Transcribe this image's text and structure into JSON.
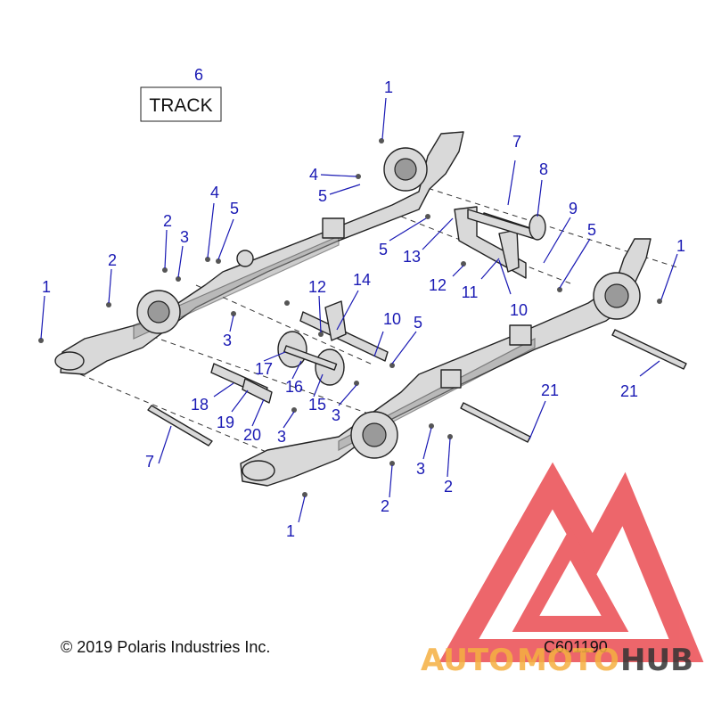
{
  "diagram": {
    "track_label": "TRACK",
    "track_callout": "6",
    "copyright": "© 2019 Polaris Industries Inc.",
    "figure_code": "C601190",
    "callouts": [
      {
        "id": "c1a",
        "text": "1"
      },
      {
        "id": "c1b",
        "text": "1"
      },
      {
        "id": "c1c",
        "text": "1"
      },
      {
        "id": "c1d",
        "text": "1"
      },
      {
        "id": "c2a",
        "text": "2"
      },
      {
        "id": "c2b",
        "text": "2"
      },
      {
        "id": "c2c",
        "text": "2"
      },
      {
        "id": "c2d",
        "text": "2"
      },
      {
        "id": "c3a",
        "text": "3"
      },
      {
        "id": "c3b",
        "text": "3"
      },
      {
        "id": "c3c",
        "text": "3"
      },
      {
        "id": "c3d",
        "text": "3"
      },
      {
        "id": "c3e",
        "text": "3"
      },
      {
        "id": "c4a",
        "text": "4"
      },
      {
        "id": "c4b",
        "text": "4"
      },
      {
        "id": "c5a",
        "text": "5"
      },
      {
        "id": "c5b",
        "text": "5"
      },
      {
        "id": "c5c",
        "text": "5"
      },
      {
        "id": "c5d",
        "text": "5"
      },
      {
        "id": "c5e",
        "text": "5"
      },
      {
        "id": "c7a",
        "text": "7"
      },
      {
        "id": "c7b",
        "text": "7"
      },
      {
        "id": "c8",
        "text": "8"
      },
      {
        "id": "c9",
        "text": "9"
      },
      {
        "id": "c10a",
        "text": "10"
      },
      {
        "id": "c10b",
        "text": "10"
      },
      {
        "id": "c11",
        "text": "11"
      },
      {
        "id": "c12a",
        "text": "12"
      },
      {
        "id": "c12b",
        "text": "12"
      },
      {
        "id": "c13",
        "text": "13"
      },
      {
        "id": "c14",
        "text": "14"
      },
      {
        "id": "c15",
        "text": "15"
      },
      {
        "id": "c16",
        "text": "16"
      },
      {
        "id": "c17",
        "text": "17"
      },
      {
        "id": "c18",
        "text": "18"
      },
      {
        "id": "c19",
        "text": "19"
      },
      {
        "id": "c20",
        "text": "20"
      },
      {
        "id": "c21a",
        "text": "21"
      },
      {
        "id": "c21b",
        "text": "21"
      }
    ]
  },
  "watermark": {
    "brand_part1": "AUTO",
    "brand_part2": "MOTO",
    "brand_part3": "HUB",
    "color_logo": "#e8333a",
    "color_text_orange": "#f5b041",
    "color_text_dark": "#333333"
  },
  "colors": {
    "callout": "#1a1ab4",
    "part_fill": "#d9d9d9",
    "outline": "#222222"
  }
}
